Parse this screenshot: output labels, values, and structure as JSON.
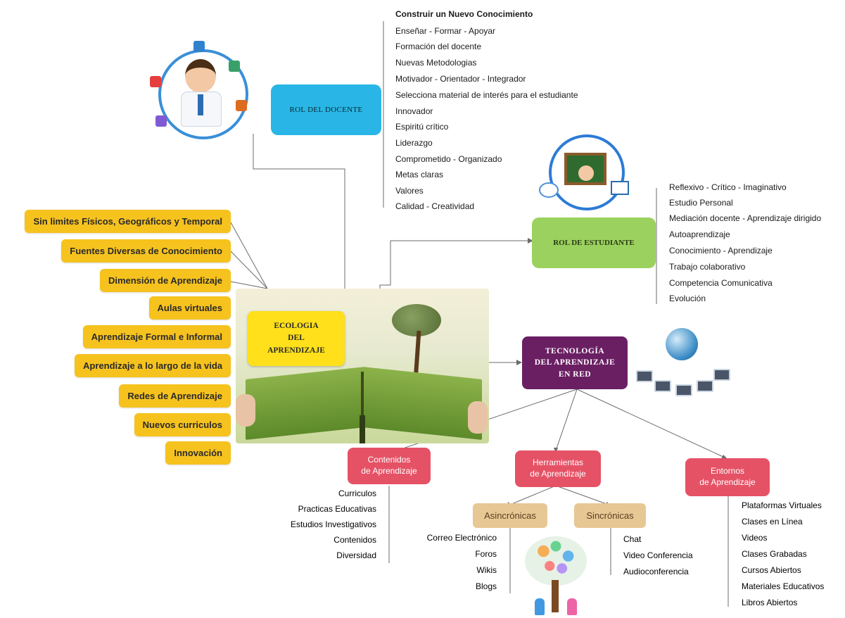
{
  "nodes": {
    "center_line1": "ECOLOGIA",
    "center_line2": "DEL",
    "center_line3": "APRENDIZAJE",
    "rol_docente": "ROL DEL DOCENTE",
    "rol_estudiante": "ROL DE ESTUDIANTE",
    "tecnologia_line1": "TECNOLOGÍA",
    "tecnologia_line2": "DEL APRENDIZAJE",
    "tecnologia_line3": "EN RED",
    "contenidos_line1": "Contenidos",
    "contenidos_line2": "de Aprendizaje",
    "herramientas_line1": "Herramientas",
    "herramientas_line2": "de Aprendizaje",
    "entornos_line1": "Entornos",
    "entornos_line2": "de Aprendizaje",
    "asincronicas": "Asincrónicas",
    "sincronicas": "Sincrónicas"
  },
  "docente_items": [
    "Construir un Nuevo Conocimiento",
    "Enseñar - Formar - Apoyar",
    "Formación del docente",
    "Nuevas Metodologias",
    "Motivador - Orientador - Integrador",
    "Selecciona material de interés para el estudiante",
    "Innovador",
    "Espiritú crítico",
    "Liderazgo",
    "Comprometido - Organizado",
    "Metas claras",
    "Valores",
    "Calidad  - Creatividad"
  ],
  "estudiante_items": [
    "Reflexivo - Crítico - Imaginativo",
    "Estudio Personal",
    "Mediación docente - Aprendizaje dirigido",
    "Autoaprendizaje",
    "Conocimiento - Aprendizaje",
    "Trabajo colaborativo",
    "Competencia Comunicativa",
    "Evolución"
  ],
  "ecologia_items": [
    "Sin limites Físicos, Geográficos y Temporal",
    "Fuentes Diversas de Conocimiento",
    "Dimensión de Aprendizaje",
    "Aulas virtuales",
    "Aprendizaje Formal e Informal",
    "Aprendizaje a lo largo de la vida",
    "Redes de Aprendizaje",
    "Nuevos curriculos",
    "Innovación"
  ],
  "contenidos_items": [
    "Curriculos",
    "Practicas Educativas",
    "Estudios Investigativos",
    "Contenidos",
    "Diversidad"
  ],
  "asincronicas_items": [
    "Correo Electrónico",
    "Foros",
    "Wikis",
    "Blogs"
  ],
  "sincronicas_items": [
    "Chat",
    "Video Conferencia",
    "Audioconferencia"
  ],
  "entornos_items": [
    "Plataformas Virtuales",
    "Clases en Línea",
    "Videos",
    "Clases Grabadas",
    "Cursos Abiertos",
    "Materiales Educativos",
    "Libros Abiertos"
  ],
  "colors": {
    "center": "#ffe01a",
    "docente": "#29b6e6",
    "estudiante": "#9bd15e",
    "tecnologia": "#6a1f63",
    "red_nodes": "#e55266",
    "tan_nodes": "#e7c794",
    "yellow_items": "#f6c21e"
  }
}
